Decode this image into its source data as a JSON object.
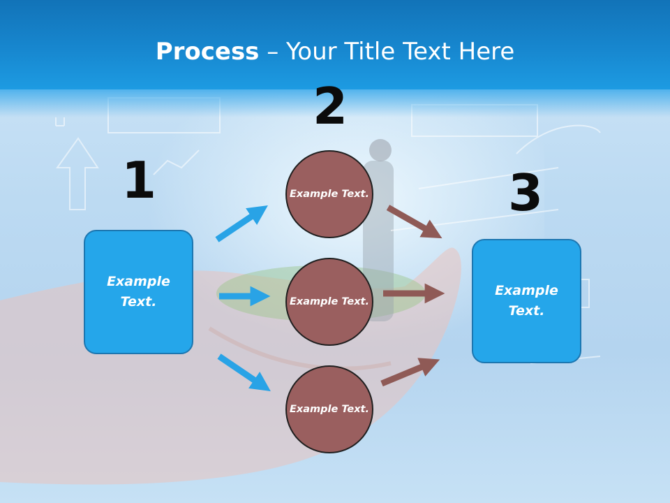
{
  "title": {
    "bold": "Process",
    "rest": " – Your Title Text Here"
  },
  "steps": [
    {
      "number": "1",
      "text": "Example Text."
    },
    {
      "number": "2",
      "text": "Example Text."
    },
    {
      "number": "3",
      "text": "Example Text."
    }
  ],
  "circles": [
    {
      "text": "Example Text."
    },
    {
      "text": "Example Text."
    },
    {
      "text": "Example Text."
    }
  ],
  "colors": {
    "header": "#1787cf",
    "box_fill": "#25a6ea",
    "circle_fill": "#9a5f5f",
    "arrow_blue": "#29a3e6",
    "arrow_brown": "#8f5a56"
  },
  "icons": [
    "arrow-right-icon"
  ]
}
